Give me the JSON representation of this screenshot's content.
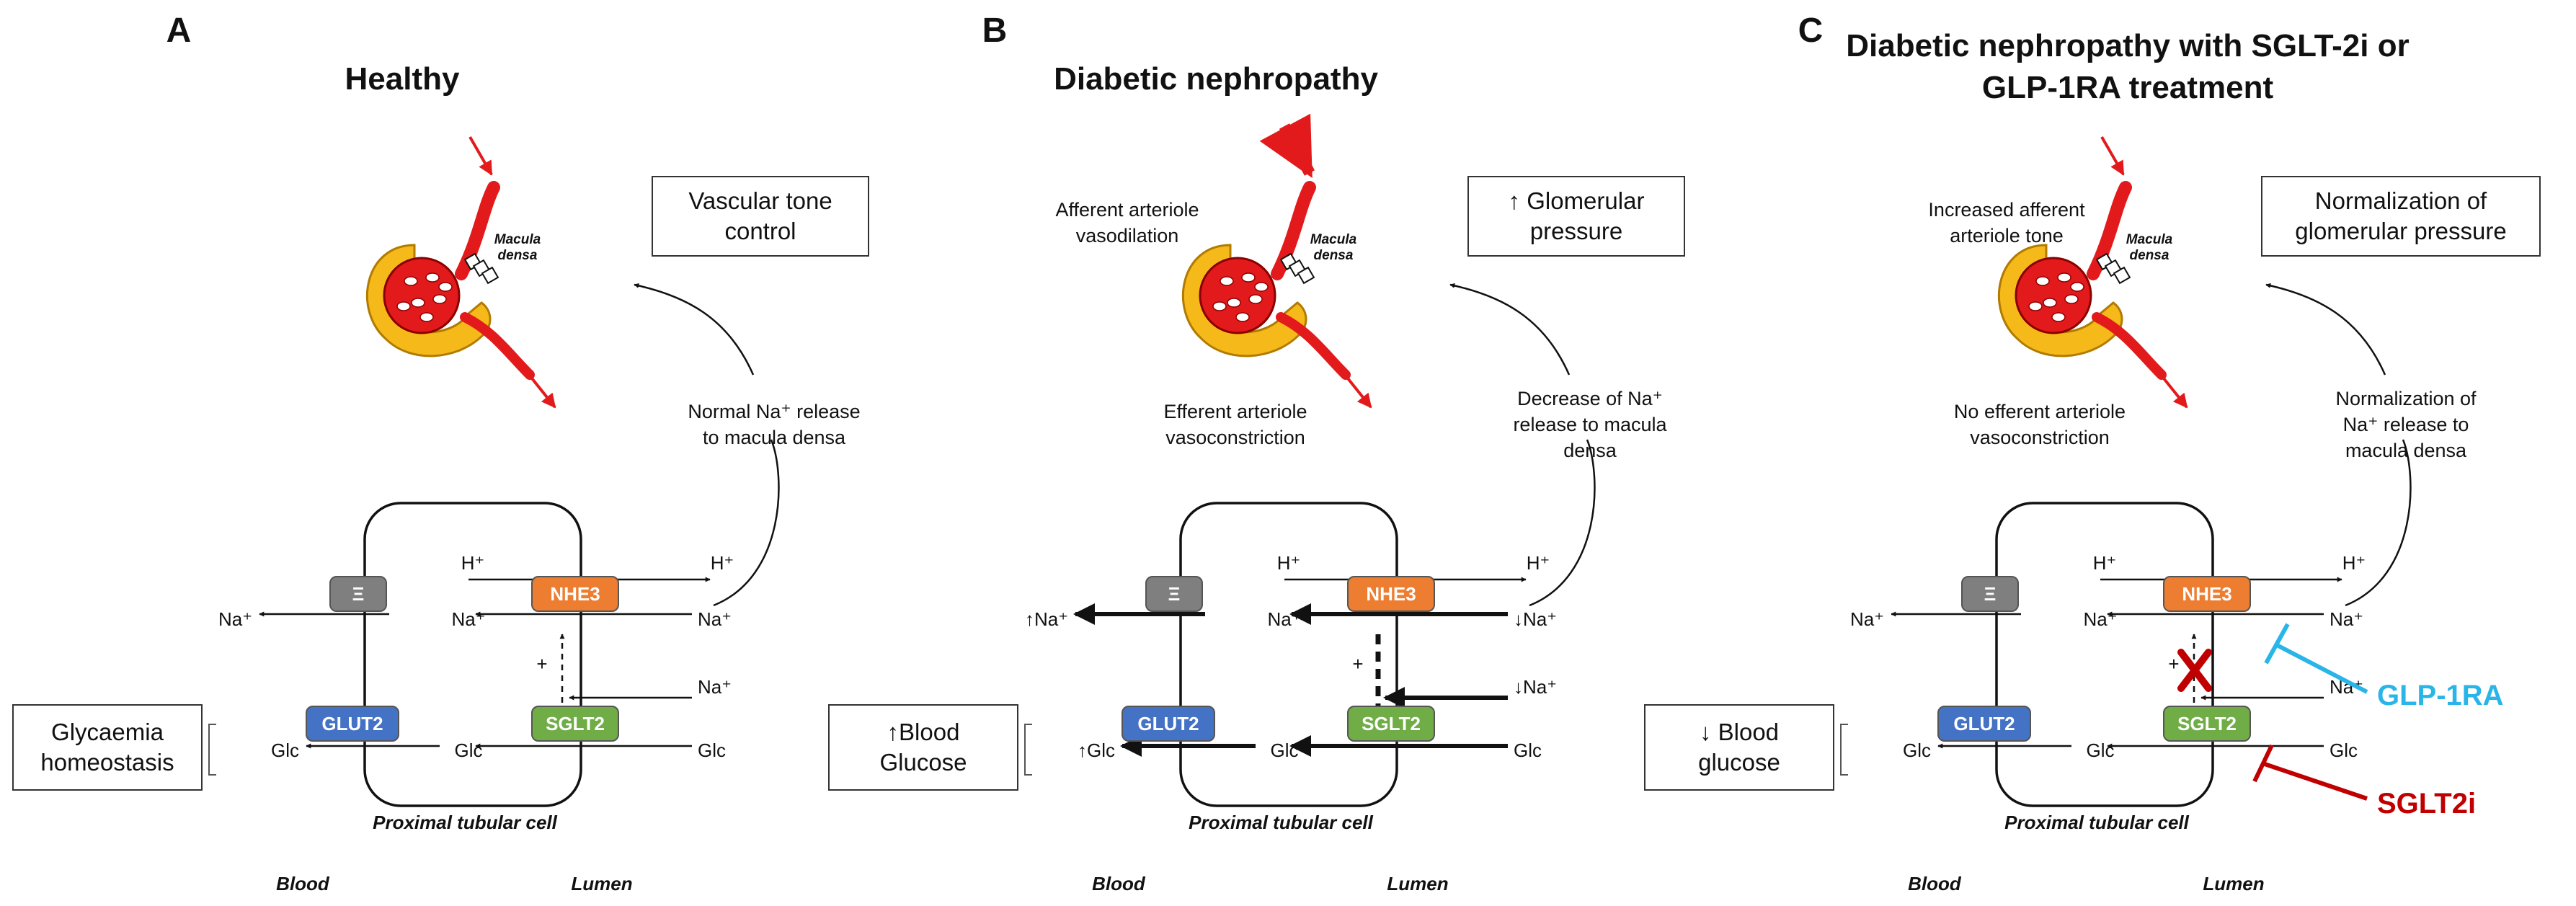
{
  "colors": {
    "nhe3": "#ed7d31",
    "sglt2": "#70ad47",
    "glut2": "#4472c4",
    "nka": "#7f7f7f",
    "vessel": "#e31a1c",
    "capsule": "#f6b91a",
    "glp1ra": "#29b5e8",
    "sglt2i": "#c00000"
  },
  "icons": [
    "glomerulus-icon",
    "arrow-icon",
    "inhibition-t-bar-icon",
    "red-x-block-icon"
  ],
  "panels": [
    {
      "letter": "A",
      "title": [
        "Healthy"
      ],
      "state_box": [
        "Vascular tone",
        "control"
      ],
      "na_release": [
        "Normal Na⁺ release",
        "to macula densa"
      ],
      "afferent_label": [],
      "efferent_label": [],
      "glyc_box": [
        "Glycaemia",
        "homeostasis"
      ]
    },
    {
      "letter": "B",
      "title": [
        "Diabetic nephropathy"
      ],
      "state_box": [
        "↑ Glomerular",
        "pressure"
      ],
      "na_release": [
        "Decrease of Na⁺",
        "release to macula",
        "densa"
      ],
      "afferent_label": [
        "Afferent arteriole",
        "vasodilation"
      ],
      "efferent_label": [
        "Efferent arteriole",
        "vasoconstriction"
      ],
      "glyc_box": [
        "↑Blood",
        "Glucose"
      ]
    },
    {
      "letter": "C",
      "title": [
        "Diabetic nephropathy with SGLT-2i or",
        "GLP-1RA treatment"
      ],
      "state_box": [
        "Normalization of",
        "glomerular pressure"
      ],
      "na_release": [
        "Normalization of",
        "Na⁺ release to",
        "macula densa"
      ],
      "afferent_label": [
        "Increased afferent",
        "arteriole tone"
      ],
      "efferent_label": [
        "No efferent arteriole",
        "vasoconstriction"
      ],
      "glyc_box": [
        "↓ Blood",
        "glucose"
      ]
    }
  ],
  "macula": [
    "Macula",
    "densa"
  ],
  "cell_label": "Proximal tubular cell",
  "blood_label": "Blood",
  "lumen_label": "Lumen",
  "transporters": {
    "nka": "Ξ",
    "nhe3": "NHE3",
    "sglt2": "SGLT2",
    "glut2": "GLUT2"
  },
  "ions": {
    "h": "H⁺",
    "na": "Na⁺",
    "glc": "Glc",
    "plus": "+",
    "up_na": "↑Na⁺",
    "down_na": "↓Na⁺",
    "up_glc": "↑Glc"
  },
  "drugs": {
    "glp1ra": "GLP-1RA",
    "sglt2i": "SGLT2i"
  }
}
